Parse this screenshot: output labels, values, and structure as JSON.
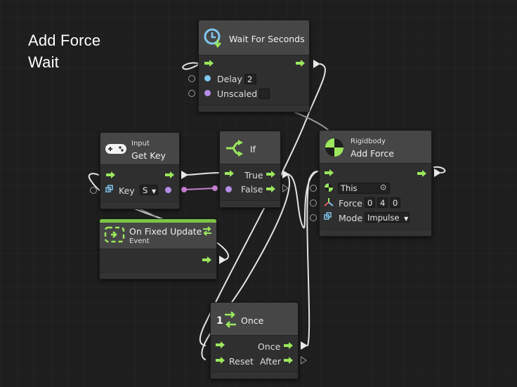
{
  "overlay": {
    "line1": "Add Force",
    "line2": "Wait"
  },
  "colors": {
    "background": "#1e1e1e",
    "flow_arrow": "#9be85c",
    "float_port": "#7fc8ee",
    "bool_port": "#b48ee8",
    "event_accent": "#7cc444"
  },
  "wait_node": {
    "title": "Wait For Seconds",
    "icon": "clock-download-icon",
    "delay_label": "Delay",
    "delay_value": "2",
    "unscaled_label": "Unscaled"
  },
  "input_node": {
    "subtitle": "Input",
    "title": "Get Key",
    "icon": "gamepad-icon",
    "key_label": "Key",
    "key_value": "S"
  },
  "if_node": {
    "title": "If",
    "icon": "branch-icon",
    "true_label": "True",
    "false_label": "False"
  },
  "rigidbody_node": {
    "subtitle": "Rigidbody",
    "title": "Add Force",
    "icon": "rigidbody-icon",
    "target_value": "This",
    "force_label": "Force",
    "force_x": "0",
    "force_y": "4",
    "force_z": "0",
    "mode_label": "Mode",
    "mode_value": "Impulse"
  },
  "fixed_update_node": {
    "title": "On Fixed Update",
    "subtitle": "Event",
    "icon": "event-loop-icon"
  },
  "once_node": {
    "title": "Once",
    "icon": "once-icon",
    "badge": "1",
    "once_label": "Once",
    "reset_label": "Reset",
    "after_label": "After"
  }
}
